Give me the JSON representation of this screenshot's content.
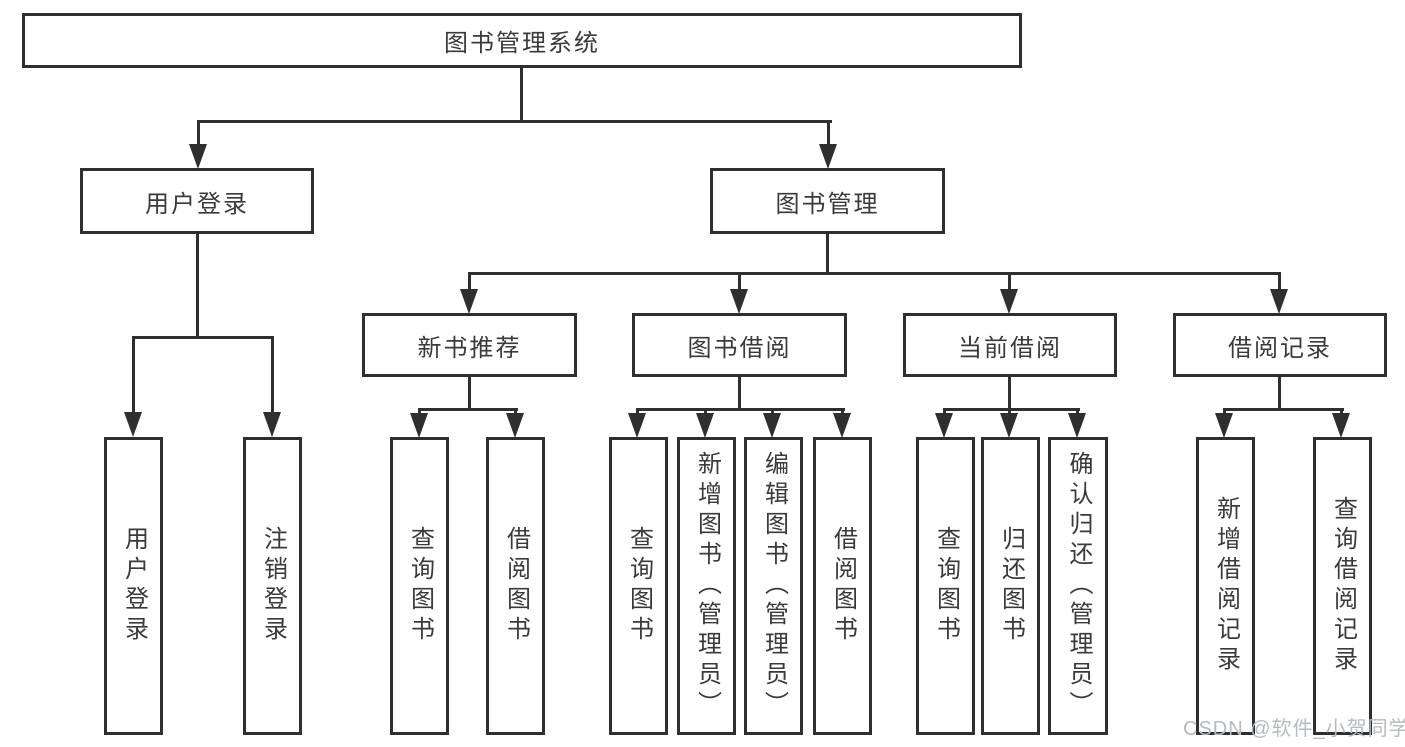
{
  "diagram": {
    "title": "图书管理系统",
    "tree": {
      "root": {
        "label": "图书管理系统"
      },
      "level2": [
        {
          "label": "用户登录",
          "children": [
            {
              "label": "用户登录"
            },
            {
              "label": "注销登录"
            }
          ]
        },
        {
          "label": "图书管理",
          "children": [
            {
              "label": "新书推荐",
              "children": [
                {
                  "label": "查询图书"
                },
                {
                  "label": "借阅图书"
                }
              ]
            },
            {
              "label": "图书借阅",
              "children": [
                {
                  "label": "查询图书"
                },
                {
                  "label": "新增图书（管理员）"
                },
                {
                  "label": "编辑图书（管理员）"
                },
                {
                  "label": "借阅图书"
                }
              ]
            },
            {
              "label": "当前借阅",
              "children": [
                {
                  "label": "查询图书"
                },
                {
                  "label": "归还图书"
                },
                {
                  "label": "确认归还（管理员）"
                }
              ]
            },
            {
              "label": "借阅记录",
              "children": [
                {
                  "label": "新增借阅记录"
                },
                {
                  "label": "查询借阅记录"
                }
              ]
            }
          ]
        }
      ]
    },
    "watermark": "CSDN @软件_小贺同学",
    "colors": {
      "line": "#2f2f2f",
      "text": "#3a3a3a",
      "background": "#ffffff",
      "watermark": "#b6bac1"
    }
  }
}
